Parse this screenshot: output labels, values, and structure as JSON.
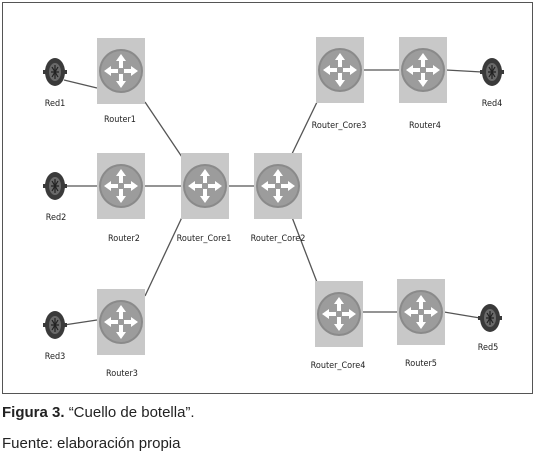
{
  "nodes": {
    "red1": "Red1",
    "red2": "Red2",
    "red3": "Red3",
    "red4": "Red4",
    "red5": "Red5",
    "router1": "Router1",
    "router2": "Router2",
    "router3": "Router3",
    "router4": "Router4",
    "router5": "Router5",
    "core1": "Router_Core1",
    "core2": "Router_Core2",
    "core3": "Router_Core3",
    "core4": "Router_Core4"
  },
  "caption": {
    "label": "Figura 3.",
    "text": "“Cuello de botella”.",
    "source": "Fuente: elaboración propia"
  },
  "colors": {
    "router_fill": "#9a9a9a",
    "router_bg": "#c8c8c8",
    "link": "#555555",
    "host": "#444444"
  }
}
